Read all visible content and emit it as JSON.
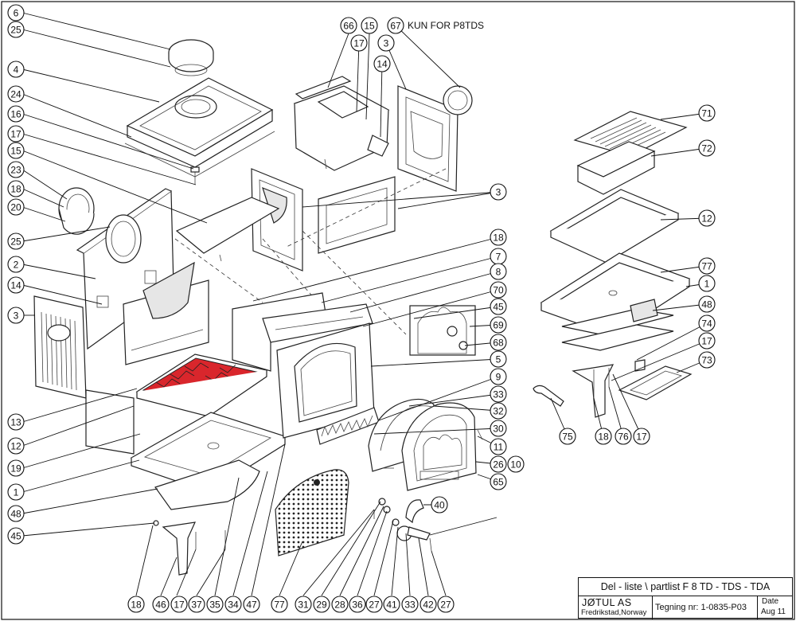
{
  "note": "KUN FOR P8TDS",
  "title_block": {
    "title": "Del - liste \\ partlist  F 8 TD - TDS - TDA",
    "company": "JØTUL AS",
    "address": "Fredrikstad,Norway",
    "drawing": "Tegning nr: 1-0835-P03",
    "date_label": "Date",
    "date": "Aug 11"
  },
  "callouts": [
    "6",
    "25",
    "4",
    "24",
    "16",
    "17",
    "15",
    "23",
    "18",
    "20",
    "25",
    "2",
    "14",
    "3",
    "13",
    "12",
    "19",
    "1",
    "48",
    "45",
    "66",
    "17",
    "15",
    "67",
    "3",
    "14",
    "3",
    "18",
    "7",
    "8",
    "70",
    "45",
    "69",
    "68",
    "5",
    "9",
    "33",
    "32",
    "30",
    "11",
    "26",
    "10",
    "65",
    "71",
    "72",
    "12",
    "77",
    "1",
    "48",
    "74",
    "17",
    "73",
    "75",
    "18",
    "76",
    "17",
    "18",
    "46",
    "17",
    "37",
    "35",
    "34",
    "47",
    "77",
    "31",
    "29",
    "28",
    "36",
    "27",
    "41",
    "33",
    "42",
    "27",
    "40"
  ]
}
